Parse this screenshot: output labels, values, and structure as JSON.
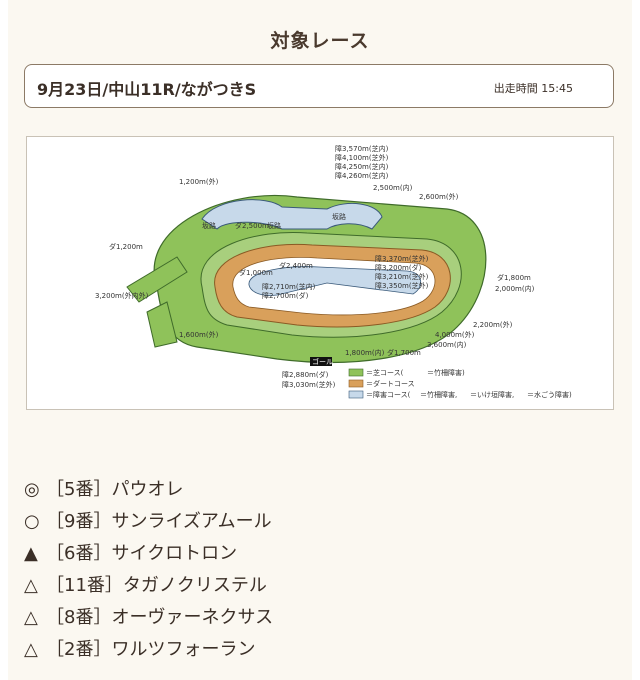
{
  "header": {
    "title": "対象レース"
  },
  "race": {
    "name": "9月23日/中山11R/ながつきS",
    "post_time": "出走時間 15:45"
  },
  "course_map": {
    "labels": {
      "l1200": "1,200m(外)",
      "d1200": "ダ1,200m",
      "l3200": "3,200m(外内外)",
      "l1600": "1,600m(外)",
      "h2880": "障2,880m(ダ)",
      "h3030": "障3,030m(芝外)",
      "h3570": "障3,570m(芝内)",
      "h4100": "障4,100m(芝外)",
      "h4250": "障4,250m(芝内)",
      "h4260": "障4,260m(芝内)",
      "l2500": "2,500m(内)",
      "l2600": "2,600m(外)",
      "saka1": "坂路",
      "saka2": "坂路",
      "d2500": "ダ2,500m",
      "saka3": "坂路",
      "d2400": "ダ2,400m",
      "d1000": "ダ1,000m",
      "h2710": "障2,710m(芝内)",
      "h2700": "障2,700m(ダ)",
      "h3370": "障3,370m(芝外)",
      "h3200": "障3,200m(ダ)",
      "h3210": "障3,210m(芝外)",
      "h3350": "障3,350m(芝外)",
      "d1800": "ダ1,800m",
      "l2000": "2,000m(内)",
      "l2200": "2,200m(外)",
      "l4000": "4,000m(外)",
      "l3600": "3,600m(内)",
      "l1800": "1,800m(内)",
      "d1700": "ダ1,700m",
      "goal": "ゴール"
    },
    "legend": {
      "turf": "＝芝コース(",
      "turf_obstacle": "＝竹柵障害)",
      "dirt": "＝ダートコース",
      "jump": "＝障害コース(",
      "jump_bamboo": "＝竹柵障害,",
      "jump_hedge": "＝いけ垣障害,",
      "jump_water": "＝水ごう障害)"
    },
    "colors": {
      "turf": "#8fc25a",
      "dirt": "#d9a05b",
      "jump": "#c7d9ea"
    }
  },
  "picks": [
    {
      "mark": "◎",
      "number": "［5番］",
      "horse": "パウオレ"
    },
    {
      "mark": "○",
      "number": "［9番］",
      "horse": "サンライズアムール"
    },
    {
      "mark": "▲",
      "number": "［6番］",
      "horse": "サイクロトロン"
    },
    {
      "mark": "△",
      "number": "［11番］",
      "horse": "タガノクリステル"
    },
    {
      "mark": "△",
      "number": "［8番］",
      "horse": "オーヴァーネクサス"
    },
    {
      "mark": "△",
      "number": "［2番］",
      "horse": "ワルツフォーラン"
    }
  ]
}
